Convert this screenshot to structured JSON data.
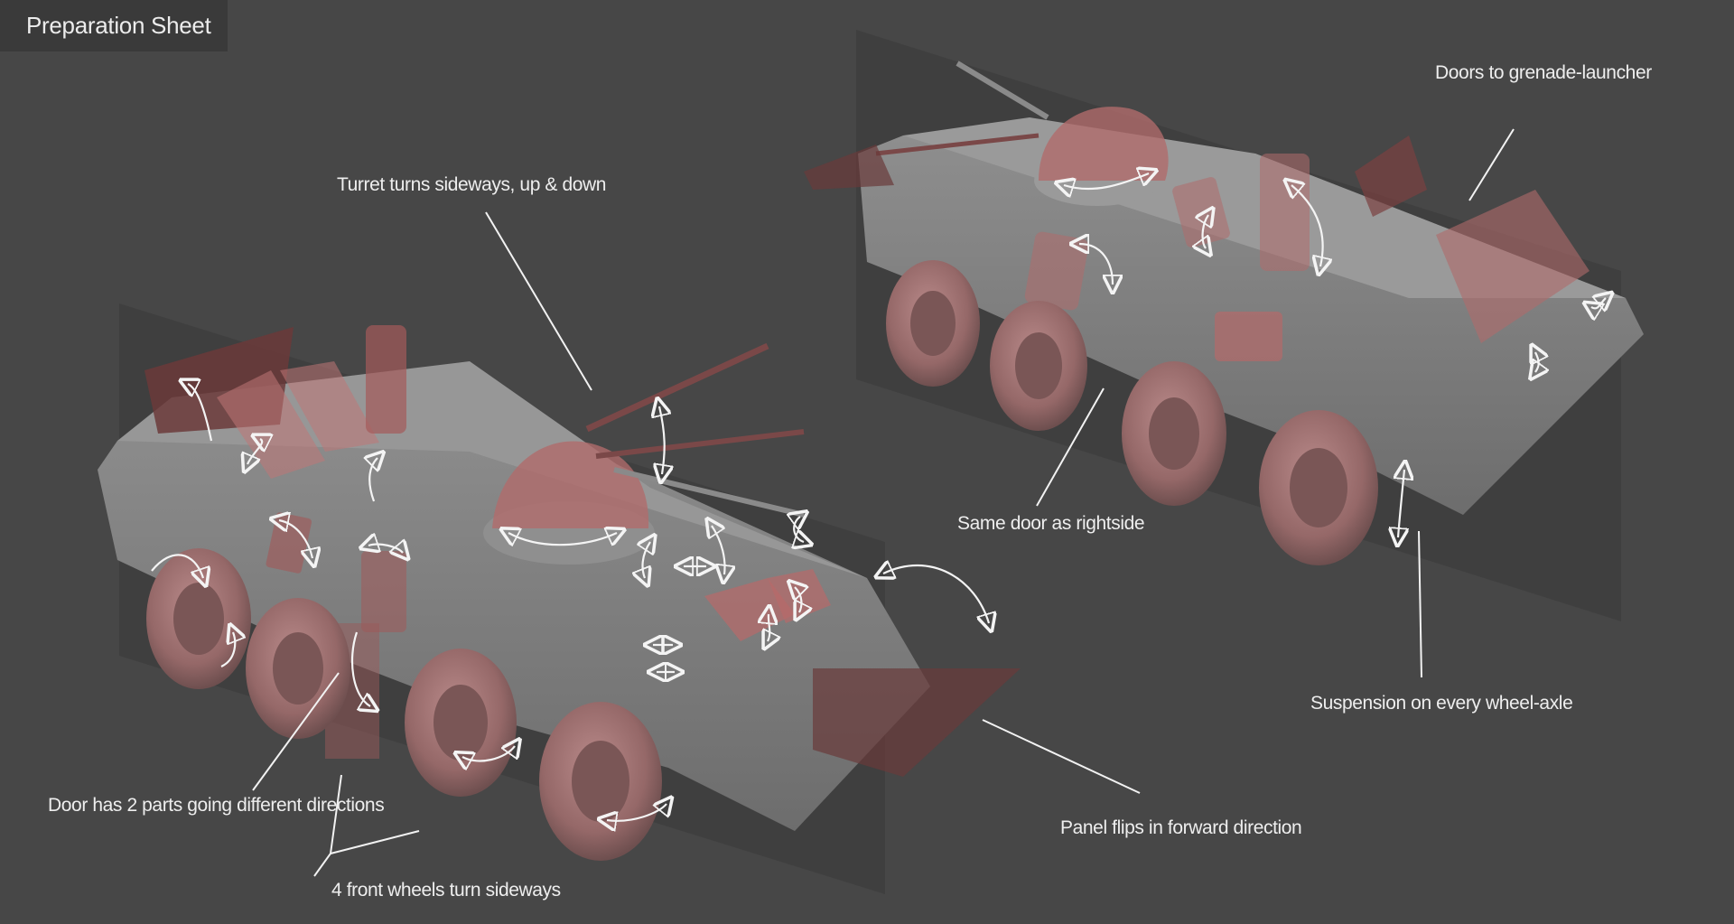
{
  "title": "Preparation Sheet",
  "colors": {
    "background": "#474747",
    "title_box": "#3a3a3a",
    "text": "#eeeeee",
    "hull": "#8a8a8a",
    "moving_part": "#b86a6a",
    "wheel": "#a57878",
    "leader_line": "#f2f2f2"
  },
  "annotations": [
    {
      "id": "turret",
      "text": "Turret turns sideways, up & down"
    },
    {
      "id": "grenade-doors",
      "text": "Doors to grenade-launcher"
    },
    {
      "id": "same-door",
      "text": "Same door as rightside"
    },
    {
      "id": "suspension",
      "text": "Suspension on every wheel-axle"
    },
    {
      "id": "panel-flip",
      "text": "Panel flips in forward direction"
    },
    {
      "id": "door-two-parts",
      "text": "Door has 2 parts going different directions"
    },
    {
      "id": "front-wheels",
      "text": "4 front wheels turn sideways"
    }
  ],
  "views": [
    {
      "id": "left-view",
      "description": "APC model, front-left three-quarter view"
    },
    {
      "id": "right-view",
      "description": "APC model, rear-right three-quarter view"
    }
  ]
}
